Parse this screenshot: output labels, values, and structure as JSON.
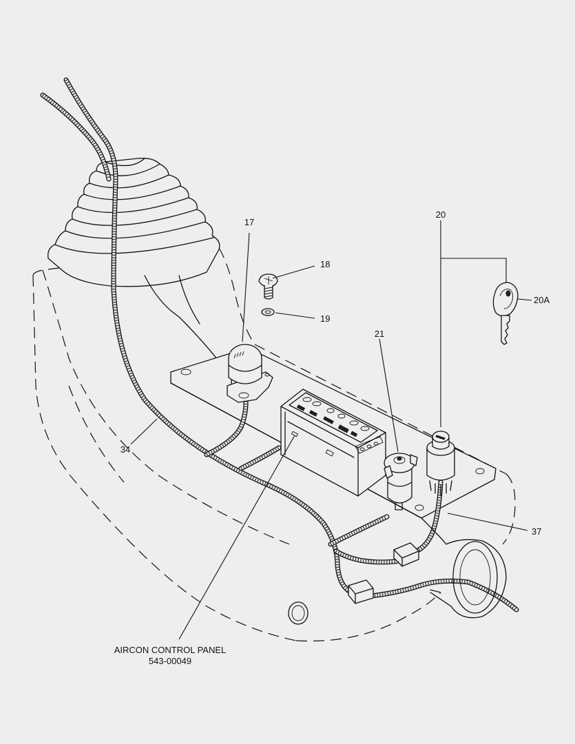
{
  "callouts": {
    "c17": "17",
    "c18": "18",
    "c19": "19",
    "c20": "20",
    "c20a": "20A",
    "c21": "21",
    "c34": "34",
    "c37": "37"
  },
  "caption": {
    "line1": "AIRCON CONTROL PANEL",
    "line2": "543-00049"
  }
}
